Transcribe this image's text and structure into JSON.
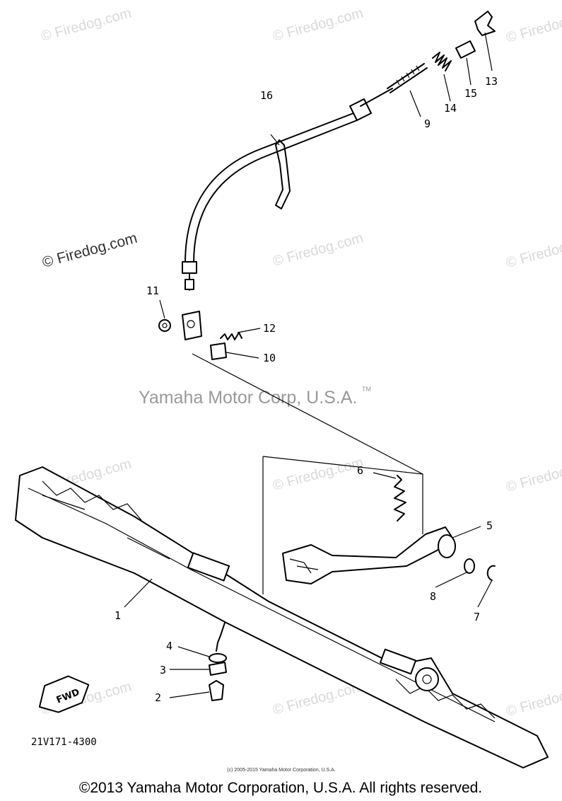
{
  "watermark": "© Firedog.com",
  "watermark_color": "#d9d9d9",
  "corp_label": "Yamaha Motor Corp, U.S.A.",
  "tm_mark": "TM",
  "drawing_number": "21V171-4300",
  "direction_arrow": "FWD",
  "small_copyright": "(c) 2005-2015 Yamaha Motor Corporation, U.S.A.",
  "footer_copyright": "©2013 Yamaha Motor Corporation, U.S.A. All rights reserved.",
  "callouts": {
    "c1": "1",
    "c2": "2",
    "c3": "3",
    "c4": "4",
    "c5": "5",
    "c6": "6",
    "c7": "7",
    "c8": "8",
    "c9": "9",
    "c10": "10",
    "c11": "11",
    "c12": "12",
    "c13": "13",
    "c14": "14",
    "c15": "15",
    "c16": "16"
  }
}
